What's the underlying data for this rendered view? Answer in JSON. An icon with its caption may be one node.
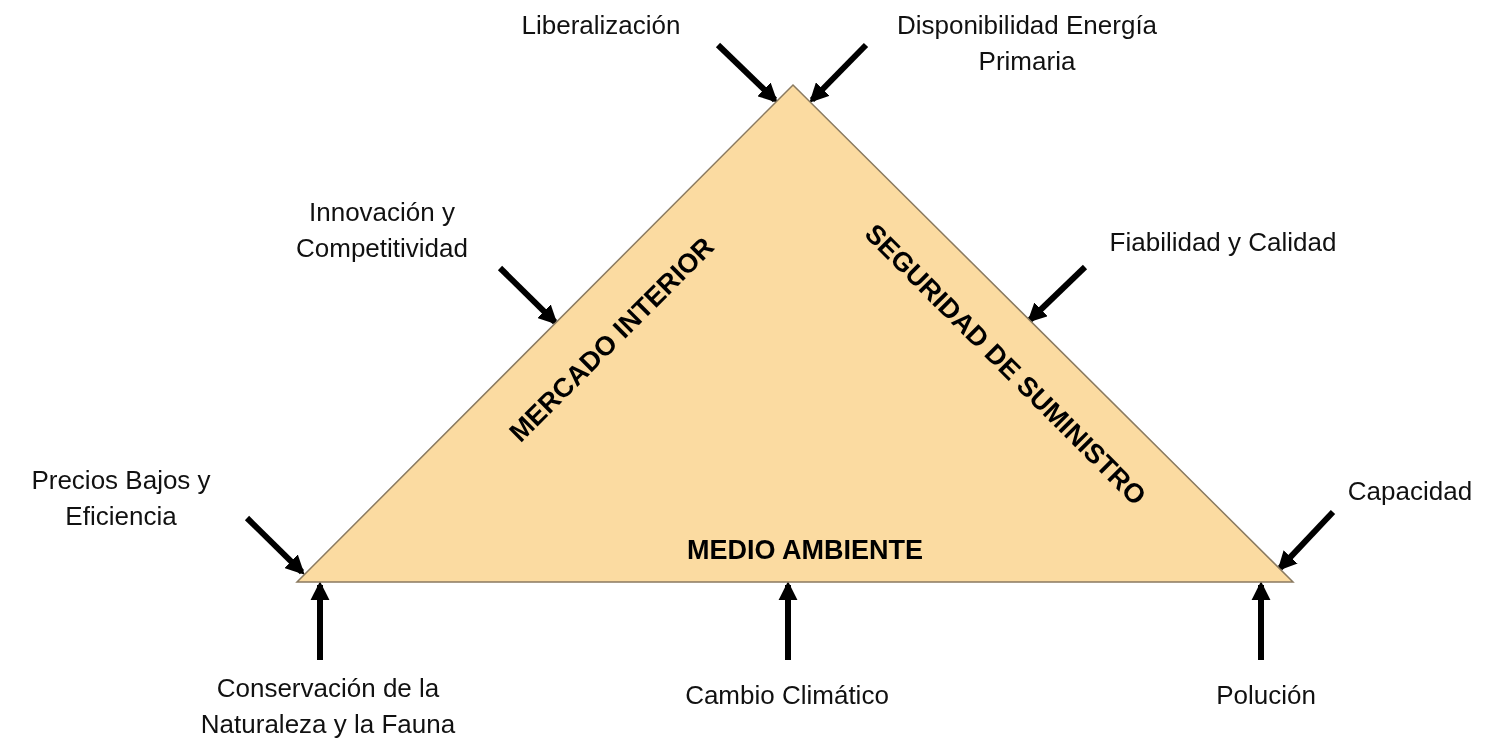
{
  "diagram": {
    "nodes": [
      {
        "text": [
          "MERCADO INTERIOR",
          "SEGURIDAD DE SUMINISTRO",
          "MEDIO AMBIENTE"
        ]
      },
      {
        "text": [
          "Liberalización"
        ]
      },
      {
        "text": [
          "Disponibilidad Energía Primaria"
        ]
      },
      {
        "text": [
          "Innovación y Competitividad"
        ]
      },
      {
        "text": [
          "Fiabilidad y Calidad"
        ]
      },
      {
        "text": [
          "Precios Bajos y Eficiencia"
        ]
      },
      {
        "text": [
          "Capacidad"
        ]
      },
      {
        "text": [
          "Conservación de la Naturaleza y la Fauna"
        ]
      },
      {
        "text": [
          "Cambio Climático"
        ]
      },
      {
        "text": [
          "Polución"
        ]
      }
    ],
    "edges": [
      {
        "from": 1,
        "to": 0,
        "arrow": "to"
      },
      {
        "from": 2,
        "to": 0,
        "arrow": "to"
      },
      {
        "from": 3,
        "to": 0,
        "arrow": "to"
      },
      {
        "from": 4,
        "to": 0,
        "arrow": "to"
      },
      {
        "from": 5,
        "to": 0,
        "arrow": "to"
      },
      {
        "from": 6,
        "to": 0,
        "arrow": "to"
      },
      {
        "from": 7,
        "to": 0,
        "arrow": "to"
      },
      {
        "from": 8,
        "to": 0,
        "arrow": "to"
      },
      {
        "from": 9,
        "to": 0,
        "arrow": "to"
      }
    ]
  }
}
